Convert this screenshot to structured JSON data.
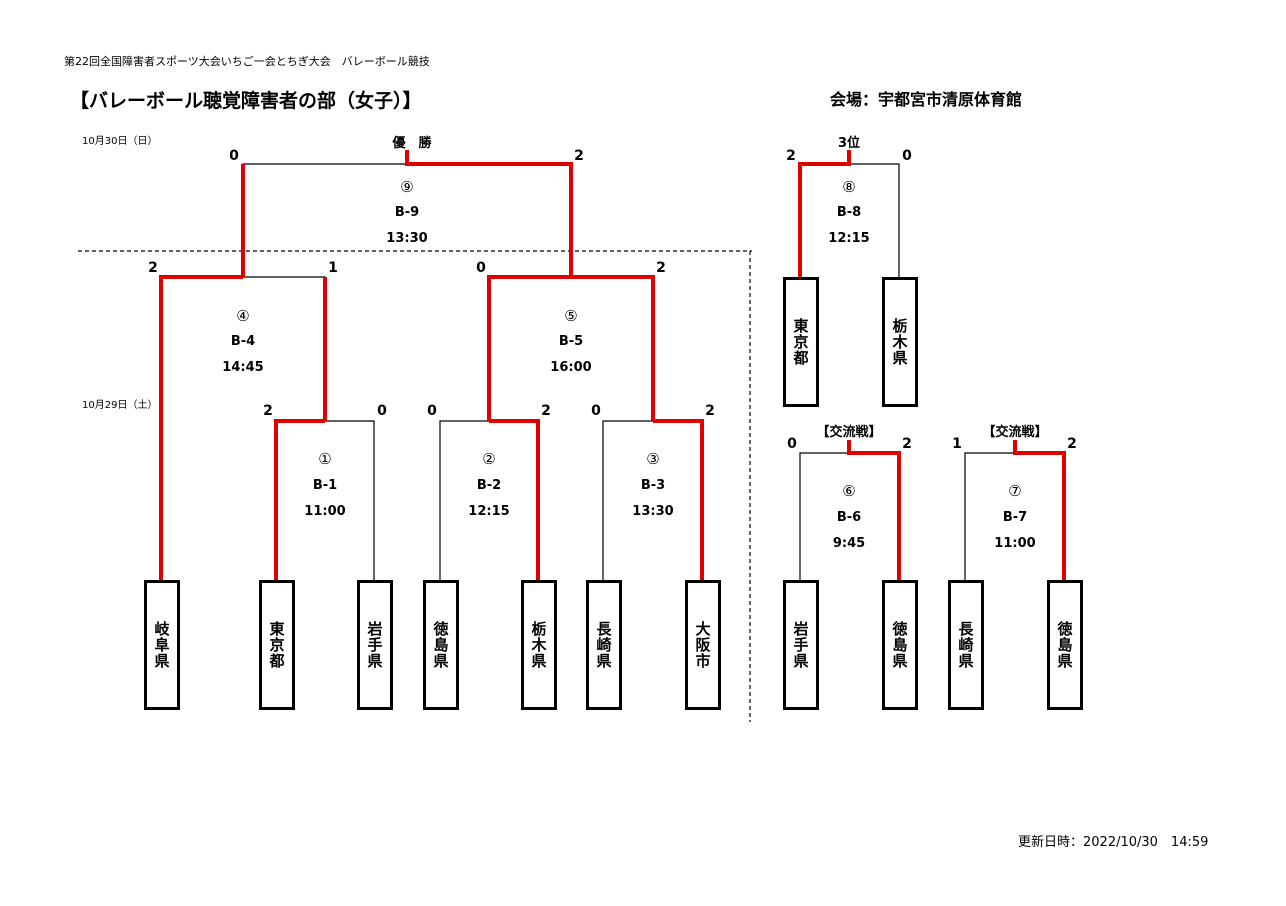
{
  "header": "第22回全国障害者スポーツ大会いちご一会とちぎ大会　バレーボール競技",
  "title": "【バレーボール聴覚障害者の部（女子）】",
  "venue": "会場：宇都宮市清原体育館",
  "dates": {
    "day2": "10月30日（日）",
    "day1": "10月29日（土）"
  },
  "labels": {
    "final": "優　勝",
    "third": "3位",
    "exchange1": "【交流戦】",
    "exchange2": "【交流戦】"
  },
  "teams": {
    "gifu": "岐阜県",
    "tokyo": "東京都",
    "iwate": "岩手県",
    "tokushima": "徳島県",
    "tochigi": "栃木県",
    "nagasaki": "長崎県",
    "osaka": "大阪市",
    "tokyo3": "東京都",
    "tochigi3": "栃木県",
    "iwate6": "岩手県",
    "tokushima6": "徳島県",
    "nagasaki7": "長崎県",
    "tokushima7": "徳島県"
  },
  "matches": {
    "m1": {
      "num": "①",
      "code": "B-1",
      "time": "11:00",
      "left": "2",
      "right": "0"
    },
    "m2": {
      "num": "②",
      "code": "B-2",
      "time": "12:15",
      "left": "0",
      "right": "2"
    },
    "m3": {
      "num": "③",
      "code": "B-3",
      "time": "13:30",
      "left": "0",
      "right": "2"
    },
    "m4": {
      "num": "④",
      "code": "B-4",
      "time": "14:45",
      "left": "2",
      "right": "1"
    },
    "m5": {
      "num": "⑤",
      "code": "B-5",
      "time": "16:00",
      "left": "0",
      "right": "2"
    },
    "m6": {
      "num": "⑥",
      "code": "B-6",
      "time": "9:45",
      "left": "0",
      "right": "2"
    },
    "m7": {
      "num": "⑦",
      "code": "B-7",
      "time": "11:00",
      "left": "1",
      "right": "2"
    },
    "m8": {
      "num": "⑧",
      "code": "B-8",
      "time": "12:15",
      "left": "2",
      "right": "0"
    },
    "m9": {
      "num": "⑨",
      "code": "B-9",
      "time": "13:30",
      "left": "0",
      "right": "2"
    }
  },
  "updated": "更新日時：2022/10/30　14:59",
  "colors": {
    "winner_line": "#e00000",
    "line": "#000000"
  }
}
